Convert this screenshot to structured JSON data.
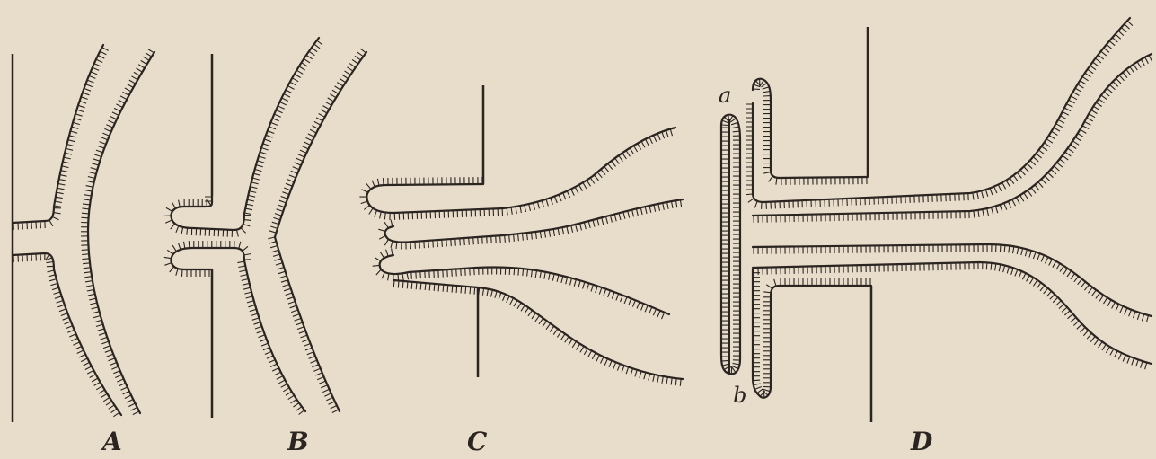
{
  "panels": [
    {
      "id": "A",
      "label": "A"
    },
    {
      "id": "B",
      "label": "B"
    },
    {
      "id": "C",
      "label": "C"
    },
    {
      "id": "D",
      "label": "D"
    }
  ],
  "point_labels": {
    "a": "a",
    "b": "b"
  },
  "colors": {
    "background": "#e8dccb",
    "ink": "#2a2520"
  }
}
